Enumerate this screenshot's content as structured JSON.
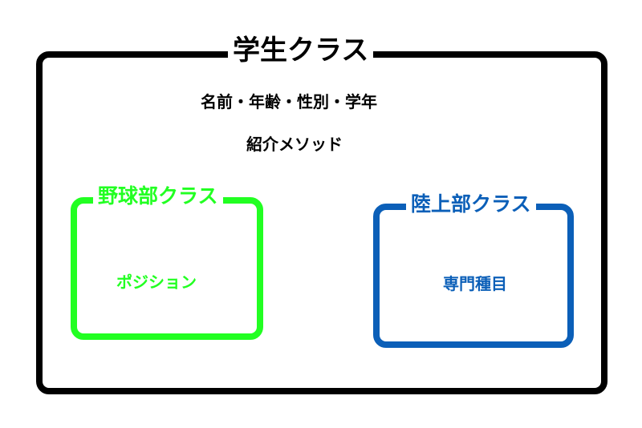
{
  "student_class": {
    "title": "学生クラス",
    "fields": "名前・年齢・性別・学年",
    "method": "紹介メソッド",
    "color": "#000000"
  },
  "baseball_class": {
    "title": "野球部クラス",
    "field": "ポジション",
    "color": "#22ff22"
  },
  "track_class": {
    "title": "陸上部クラス",
    "field": "専門種目",
    "color": "#0b5fb8"
  }
}
